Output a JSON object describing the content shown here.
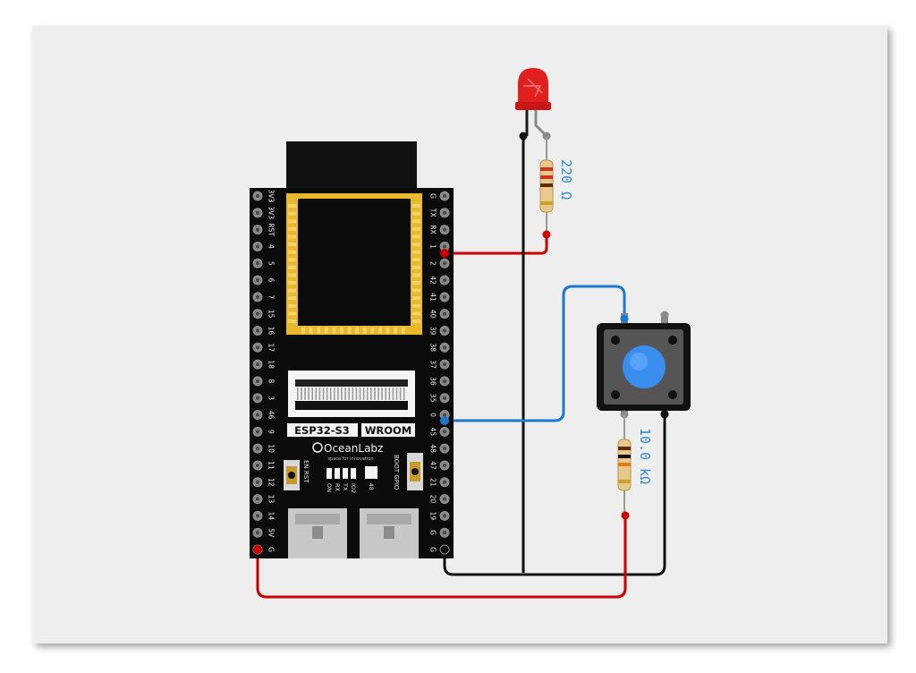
{
  "board": {
    "chip_label": "ESP32-S3",
    "module_label": "WROOM",
    "brand": "OceanLabz",
    "tagline": "space for innovation",
    "button_left_label": "EN RST",
    "button_right_label": "BOOT GPIO",
    "led_labels": [
      "ON",
      "RX",
      "TX",
      "IO2"
    ],
    "rgb_label": "48",
    "left_pins": [
      "3V3",
      "3V3",
      "RST",
      "4",
      "5",
      "6",
      "7",
      "15",
      "16",
      "17",
      "18",
      "8",
      "3",
      "46",
      "9",
      "10",
      "11",
      "12",
      "13",
      "14",
      "5V",
      "G"
    ],
    "right_pins": [
      "G",
      "TX",
      "RX",
      "1",
      "2",
      "42",
      "41",
      "40",
      "39",
      "38",
      "37",
      "36",
      "35",
      "0",
      "45",
      "48",
      "47",
      "21",
      "20",
      "19",
      "G",
      "G"
    ]
  },
  "components": {
    "resistor_led_label": "220 Ω",
    "resistor_button_label": "10.0 kΩ"
  },
  "colors": {
    "wire_red": "#cc0000",
    "wire_blue": "#1f77d0",
    "wire_black": "#111111",
    "board": "#0b0b0b",
    "chip_gold": "#e8b92c",
    "button_cap": "#3a8ef0",
    "led_red": "#e21f1f",
    "label_blue": "#2b86d9"
  }
}
